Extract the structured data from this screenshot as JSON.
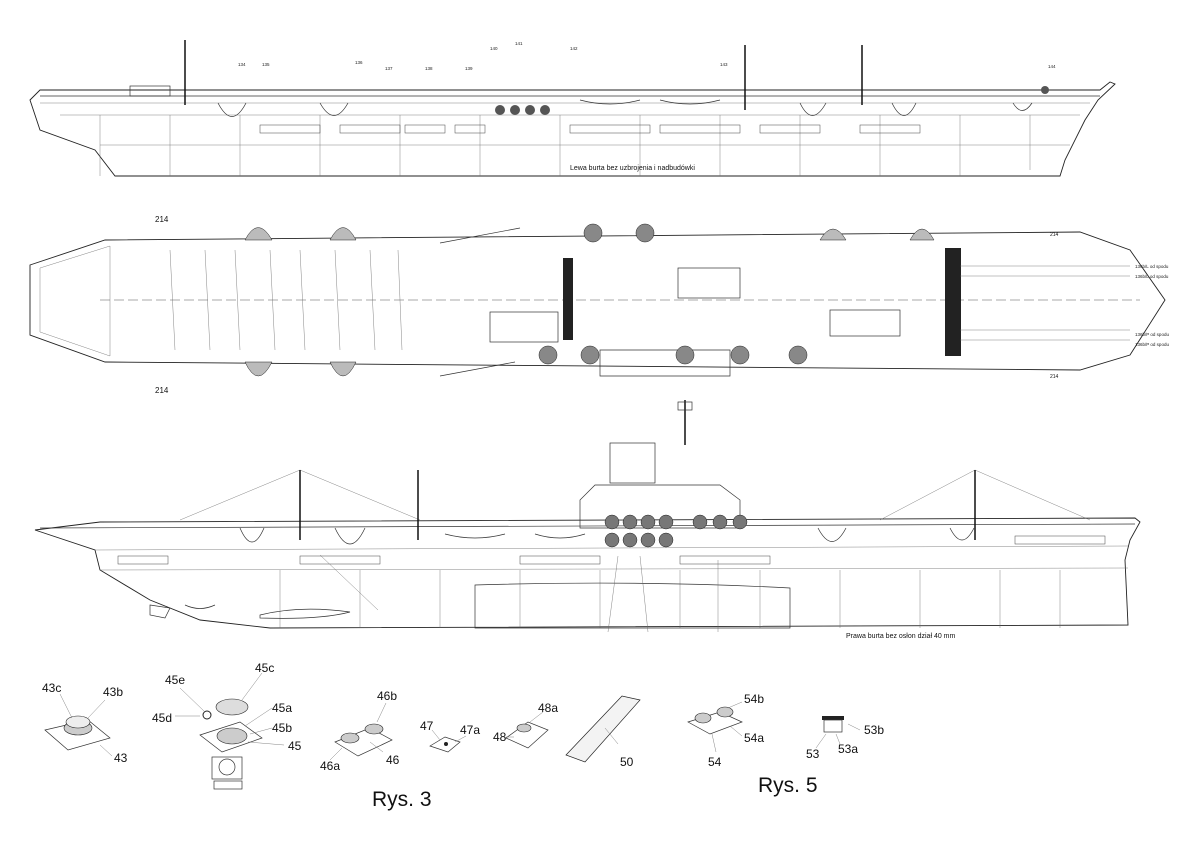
{
  "views": {
    "port_caption": "Lewa burta bez uzbrojenia i nadbudówki",
    "starboard_caption": "Prawa burta bez osłon dział 40 mm",
    "fig3_label": "Rys. 3",
    "fig5_label": "Rys. 5"
  },
  "top_view_labels": {
    "l214a": "214",
    "l214b": "214",
    "l214c": "214",
    "l214d": "214"
  },
  "port_numbers": [
    "134",
    "135",
    "136",
    "137",
    "138",
    "139",
    "140",
    "141",
    "142",
    "143",
    "144"
  ],
  "parts": {
    "p43c": "43c",
    "p43b": "43b",
    "p43": "43",
    "p45e": "45e",
    "p45c": "45c",
    "p45d": "45d",
    "p45a": "45a",
    "p45b": "45b",
    "p45": "45",
    "p46b": "46b",
    "p46": "46",
    "p46a": "46a",
    "p47": "47",
    "p47a": "47a",
    "p48a": "48a",
    "p48": "48",
    "p50": "50",
    "p54b": "54b",
    "p54a": "54a",
    "p54": "54",
    "p53b": "53b",
    "p53": "53",
    "p53a": "53a"
  },
  "stern_notes": {
    "n1": "136b/L od spodu",
    "n2": "136b/L od spodu",
    "n3": "136b/P od spodu",
    "n4": "136b/P od spodu"
  }
}
